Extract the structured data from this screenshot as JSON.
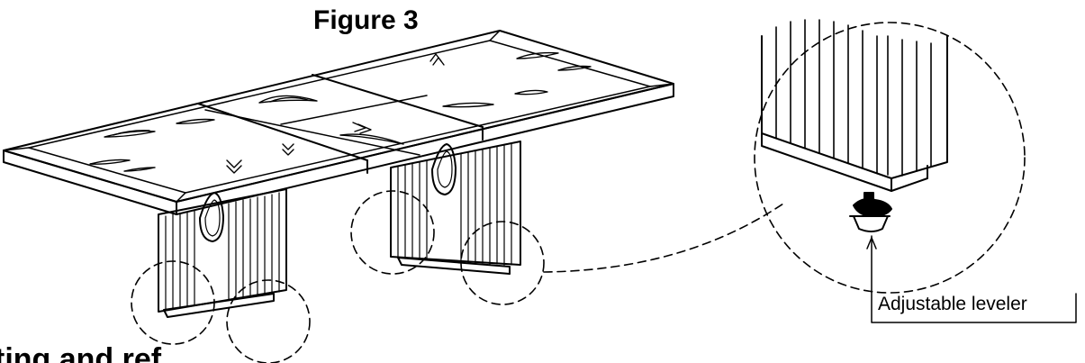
{
  "figure": {
    "title": "Figure 3",
    "callout_label": "Adjustable leveler",
    "cutoff_text": "ting  and  ref"
  },
  "colors": {
    "line": "#000000",
    "background": "#ffffff"
  }
}
